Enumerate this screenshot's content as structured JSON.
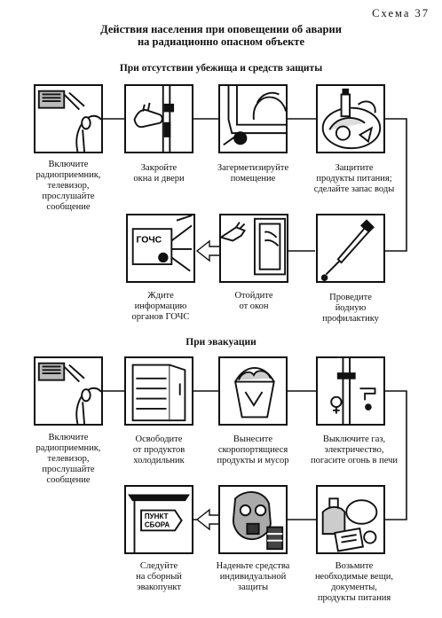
{
  "scheme": "Схема 37",
  "title_line1": "Действия населения при оповещении об аварии",
  "title_line2": "на радиационно опасном объекте",
  "section1": "При отсутствии убежища и средств защиты",
  "section2": "При эвакуации",
  "s1": {
    "radio": [
      "Включите",
      "радиоприемник,",
      "телевизор,",
      "прослушайте",
      "сообщение"
    ],
    "close": [
      "Закройте",
      "окна и двери"
    ],
    "seal": [
      "Загерметизируйте",
      "помещение"
    ],
    "food": [
      "Защитите",
      "продукты питания;",
      "сделайте запас воды"
    ],
    "iodine": [
      "Проведите",
      "йодную",
      "профилактику"
    ],
    "away": [
      "Отойдите",
      "от окон"
    ],
    "wait": [
      "Ждите",
      "информацию",
      "органов ГОЧС"
    ]
  },
  "s2": {
    "radio": [
      "Включите",
      "радиоприемник,",
      "телевизор,",
      "прослушайте",
      "сообщение"
    ],
    "fridge": [
      "Освободите",
      "от продуктов",
      "холодильник"
    ],
    "trash": [
      "Вынесите",
      "скоропортящиеся",
      "продукты и мусор"
    ],
    "gas": [
      "Выключите газ,",
      "электричество,",
      "погасите огонь в печи"
    ],
    "take": [
      "Возьмите",
      "необходимые вещи,",
      "документы,",
      "продукты питания"
    ],
    "mask": [
      "Наденьте средства",
      "индивидуальной",
      "защиты"
    ],
    "assembly": [
      "Следуйте",
      "на сборный",
      "эвакопункт"
    ]
  },
  "signs": {
    "gochs": "ГОЧС",
    "punkt1": "ПУНКТ",
    "punkt2": "СБОРА"
  }
}
